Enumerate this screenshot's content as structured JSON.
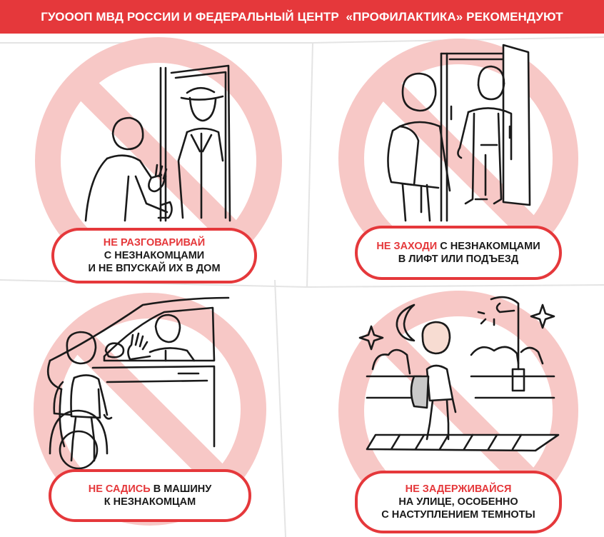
{
  "header": {
    "title": "ГУОООП МВД РОССИИ И ФЕДЕРАЛЬНЫЙ ЦЕНТР  «ПРОФИЛАКТИКА» РЕКОМЕНДУЮТ"
  },
  "colors": {
    "accent": "#e5383b",
    "prohibition_tint": "#f7c8c6",
    "ink": "#1a1a1a",
    "child_skin": "#f7dcd2",
    "child_backpack": "#c9c9c9"
  },
  "panels": [
    {
      "id": "door",
      "icons": [
        "prohibition-icon",
        "door-stranger-icon"
      ],
      "caption": {
        "highlight": "НЕ РАЗГОВАРИВАЙ",
        "rest_first_line": "",
        "lines": [
          "С НЕЗНАКОМЦАМИ",
          "И НЕ ВПУСКАЙ ИХ В ДОМ"
        ]
      }
    },
    {
      "id": "elevator",
      "icons": [
        "prohibition-icon",
        "elevator-stranger-icon"
      ],
      "caption": {
        "highlight": "НЕ ЗАХОДИ",
        "rest_first_line": " С НЕЗНАКОМЦАМИ",
        "lines": [
          "В ЛИФТ ИЛИ ПОДЪЕЗД"
        ]
      }
    },
    {
      "id": "car",
      "icons": [
        "prohibition-icon",
        "car-stranger-icon"
      ],
      "caption": {
        "highlight": "НЕ САДИСЬ",
        "rest_first_line": " В МАШИНУ",
        "lines": [
          "К НЕЗНАКОМЦАМ"
        ]
      }
    },
    {
      "id": "night",
      "icons": [
        "prohibition-icon",
        "moon-icon",
        "sparkle-icon",
        "street-lamp-icon"
      ],
      "caption": {
        "highlight": "НЕ ЗАДЕРЖИВАЙСЯ",
        "rest_first_line": "",
        "lines": [
          "НА УЛИЦЕ, ОСОБЕННО",
          "С НАСТУПЛЕНИЕМ ТЕМНОТЫ"
        ]
      }
    }
  ]
}
